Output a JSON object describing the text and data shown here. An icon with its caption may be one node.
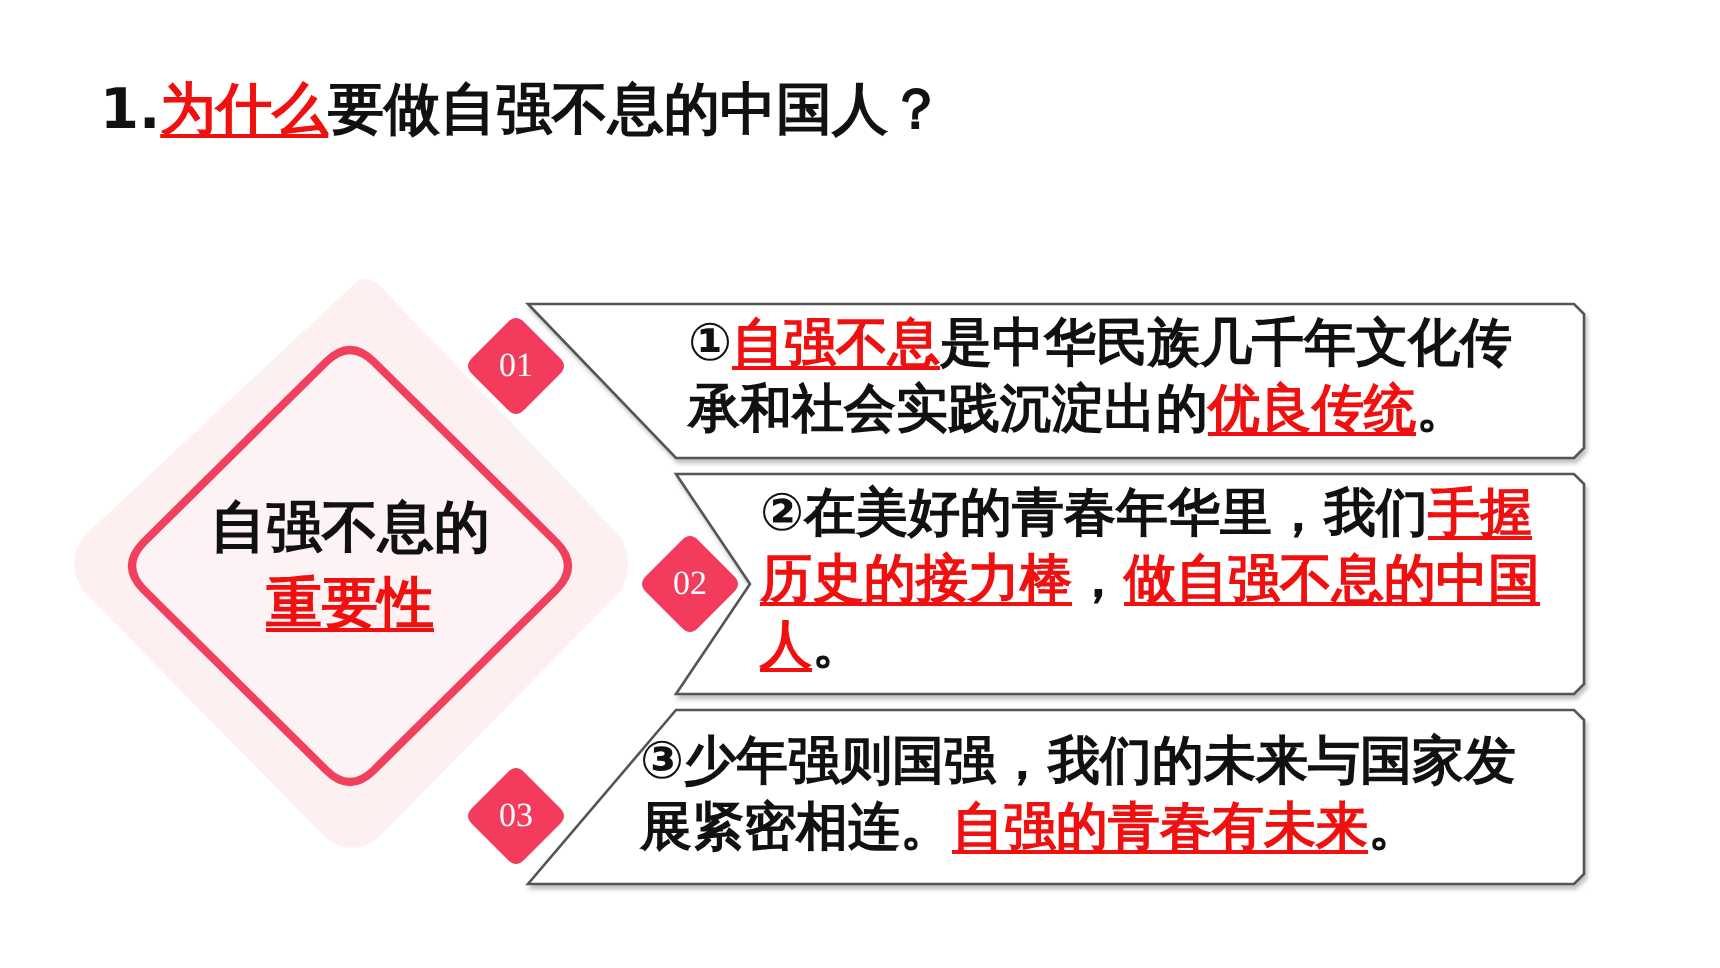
{
  "diagram": {
    "title": "1.**为什么**要做自强不息的中国人？",
    "nodes": [
      {
        "text": [
          "自强不息的",
          "重要性"
        ]
      },
      {
        "text": [
          "01"
        ]
      },
      {
        "text": [
          "①**自强不息**是中华民族几千年文化传承和社会实践沉淀出的**优良传统**。"
        ]
      },
      {
        "text": [
          "02"
        ]
      },
      {
        "text": [
          "②在美好的青春年华里，我们**手握历史的接力棒**，**做自强不息的中国人**。"
        ]
      },
      {
        "text": [
          "03"
        ]
      },
      {
        "text": [
          "③少年强则国强，我们的未来与国家发展紧密相连。**自强的青春有未来**。"
        ]
      }
    ]
  }
}
